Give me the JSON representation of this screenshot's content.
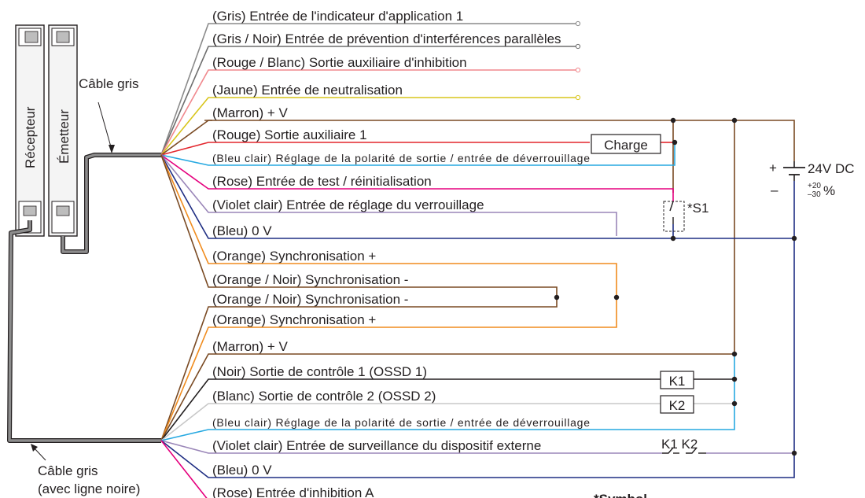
{
  "devices": {
    "receiver": "Récepteur",
    "emitter": "Émetteur"
  },
  "cables": {
    "gray": "Câble gris",
    "gray_black_line": "Câble gris\n(avec ligne noire)"
  },
  "power": {
    "plus": "+",
    "minus": "–",
    "voltage": "24V DC",
    "tol_plus": "+20",
    "tol_minus": "–30",
    "percent": "%"
  },
  "load_label": "Charge",
  "switch_label": "*S1",
  "relays": {
    "k1": "K1",
    "k2": "K2",
    "k1k2": "K1 K2"
  },
  "footnote_partial": "*Symbol",
  "colors": {
    "gris": "#8a8a8a",
    "gris_noir": "#6e6e6e",
    "rouge": "#e3262d",
    "rouge_blanc": "#f0888d",
    "jaune": "#d8c51c",
    "marron": "#7a4a23",
    "bleu_clair": "#27a9e1",
    "rose": "#e5007e",
    "violet_clair": "#9a86b8",
    "bleu": "#1f2e83",
    "orange": "#f08c1e",
    "noir": "#231f20",
    "blanc": "#c8c8c8",
    "cable": "#4d4d4d"
  },
  "emitter_wires": [
    {
      "label": "(Gris) Entrée de l'indicateur d'application 1",
      "color": "gris"
    },
    {
      "label": "(Gris / Noir) Entrée de prévention d'interférences parallèles",
      "color": "gris_noir"
    },
    {
      "label": "(Rouge / Blanc) Sortie auxiliaire d'inhibition",
      "color": "rouge_blanc"
    },
    {
      "label": "(Jaune) Entrée de neutralisation",
      "color": "jaune"
    },
    {
      "label": "(Marron) + V",
      "color": "marron"
    },
    {
      "label": "(Rouge) Sortie auxiliaire 1",
      "color": "rouge"
    },
    {
      "label": "(Bleu clair) Réglage de la polarité de sortie / entrée de déverrouillage",
      "color": "bleu_clair"
    },
    {
      "label": "(Rose) Entrée de test / réinitialisation",
      "color": "rose"
    },
    {
      "label": "(Violet clair) Entrée de réglage du verrouillage",
      "color": "violet_clair"
    },
    {
      "label": "(Bleu) 0 V",
      "color": "bleu"
    },
    {
      "label": "(Orange) Synchronisation +",
      "color": "orange"
    },
    {
      "label": "(Orange / Noir) Synchronisation -",
      "color": "marron"
    }
  ],
  "receiver_wires": [
    {
      "label": "(Orange / Noir) Synchronisation -",
      "color": "marron"
    },
    {
      "label": "(Orange) Synchronisation +",
      "color": "orange"
    },
    {
      "label": "(Marron) + V",
      "color": "marron"
    },
    {
      "label": "(Noir) Sortie de contrôle 1 (OSSD 1)",
      "color": "noir"
    },
    {
      "label": "(Blanc) Sortie de contrôle 2 (OSSD 2)",
      "color": "blanc"
    },
    {
      "label": "(Bleu clair) Réglage de la polarité de sortie / entrée de déverrouillage",
      "color": "bleu_clair"
    },
    {
      "label": "(Violet clair) Entrée de surveillance du dispositif externe",
      "color": "violet_clair"
    },
    {
      "label": "(Bleu) 0 V",
      "color": "bleu"
    },
    {
      "label": "(Rose) Entrée d'inhibition A",
      "color": "rose"
    }
  ]
}
